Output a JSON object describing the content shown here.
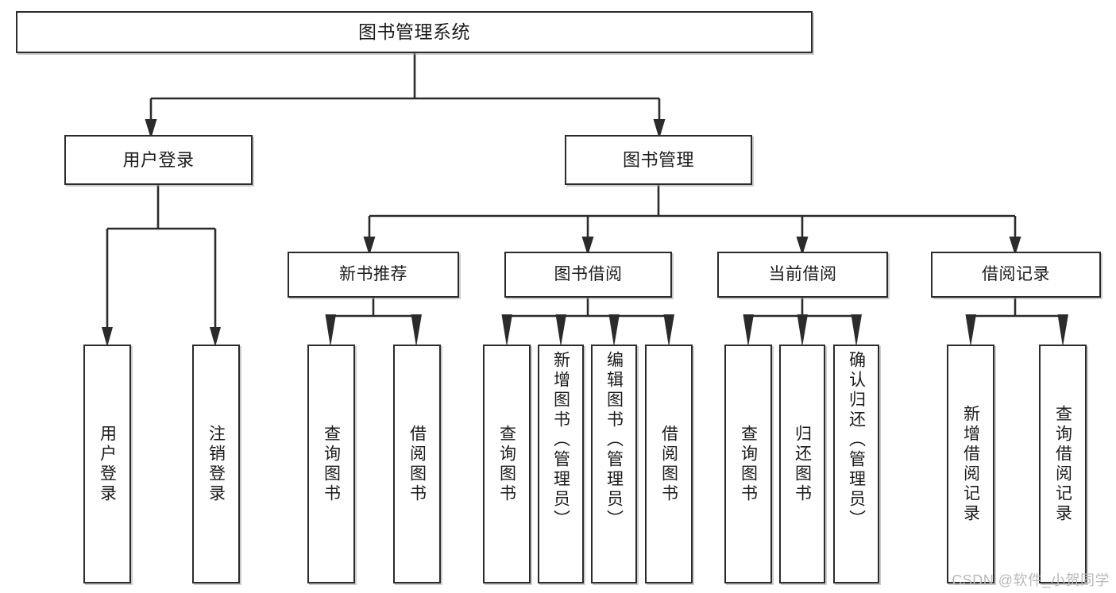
{
  "diagram": {
    "title": "图书管理系统",
    "watermark": "CSDN @软件_小贺同学",
    "type": "tree",
    "colors": {
      "box_border": "#2b2b2b",
      "box_fill": "#ffffff",
      "connector": "#2b2b2b",
      "text": "#1b1b1b",
      "watermark": "#b9b9b9"
    },
    "root": {
      "id": "root",
      "label": "图书管理系统"
    },
    "level2": [
      {
        "id": "user-login",
        "label": "用户登录"
      },
      {
        "id": "book-management",
        "label": "图书管理"
      }
    ],
    "level3": [
      {
        "id": "new-book-recommend",
        "label": "新书推荐",
        "parent": "book-management"
      },
      {
        "id": "book-borrow",
        "label": "图书借阅",
        "parent": "book-management"
      },
      {
        "id": "current-borrow",
        "label": "当前借阅",
        "parent": "book-management"
      },
      {
        "id": "borrow-record",
        "label": "借阅记录",
        "parent": "book-management"
      }
    ],
    "leaves": [
      {
        "id": "leaf-user-login",
        "label": "用户登录",
        "parent": "user-login"
      },
      {
        "id": "leaf-user-logout",
        "label": "注销登录",
        "parent": "user-login"
      },
      {
        "id": "leaf-query-book-1",
        "label": "查询图书",
        "parent": "new-book-recommend"
      },
      {
        "id": "leaf-borrow-book-1",
        "label": "借阅图书",
        "parent": "new-book-recommend"
      },
      {
        "id": "leaf-query-book-2",
        "label": "查询图书",
        "parent": "book-borrow"
      },
      {
        "id": "leaf-add-book",
        "label": "新增图书（管理员）",
        "parent": "book-borrow"
      },
      {
        "id": "leaf-edit-book",
        "label": "编辑图书（管理员）",
        "parent": "book-borrow"
      },
      {
        "id": "leaf-borrow-book-2",
        "label": "借阅图书",
        "parent": "book-borrow"
      },
      {
        "id": "leaf-query-book-3",
        "label": "查询图书",
        "parent": "current-borrow"
      },
      {
        "id": "leaf-return-book",
        "label": "归还图书",
        "parent": "current-borrow"
      },
      {
        "id": "leaf-confirm-return",
        "label": "确认归还（管理员）",
        "parent": "current-borrow"
      },
      {
        "id": "leaf-add-record",
        "label": "新增借阅记录",
        "parent": "borrow-record"
      },
      {
        "id": "leaf-query-record",
        "label": "查询借阅记录",
        "parent": "borrow-record"
      }
    ]
  }
}
